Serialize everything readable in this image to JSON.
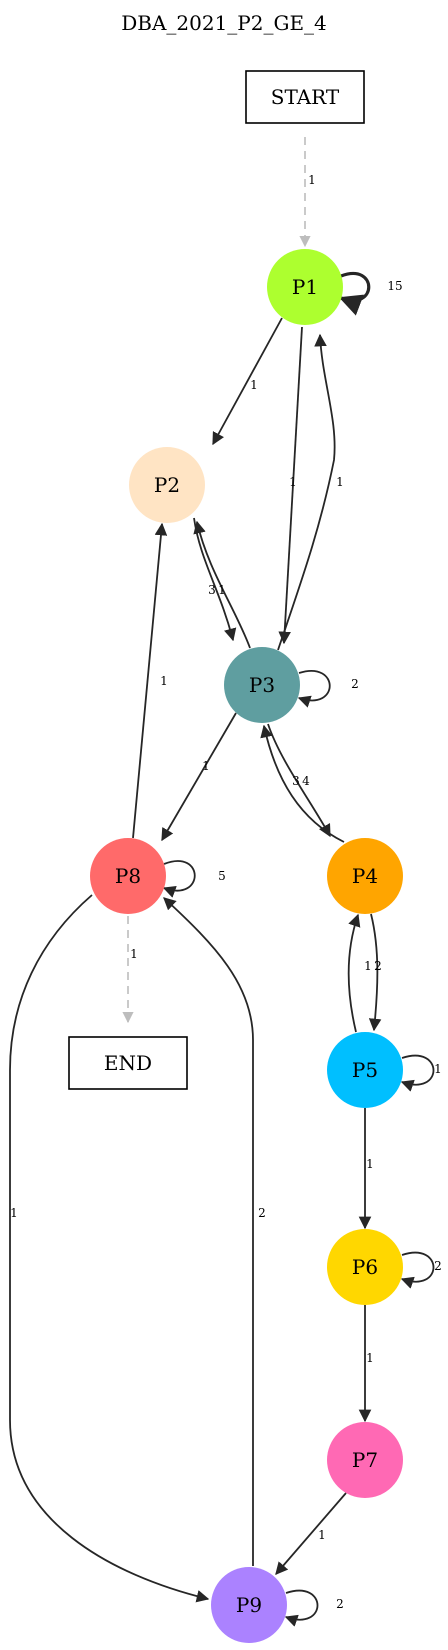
{
  "title": "DBA_2021_P2_GE_4",
  "nodes": [
    {
      "id": "START",
      "label": "START",
      "shape": "box"
    },
    {
      "id": "P1",
      "label": "P1",
      "shape": "circle",
      "color": "#adff2f"
    },
    {
      "id": "P2",
      "label": "P2",
      "shape": "circle",
      "color": "#ffe4c4"
    },
    {
      "id": "P3",
      "label": "P3",
      "shape": "circle",
      "color": "#5f9ea0"
    },
    {
      "id": "P4",
      "label": "P4",
      "shape": "circle",
      "color": "#ffa500"
    },
    {
      "id": "P5",
      "label": "P5",
      "shape": "circle",
      "color": "#00bfff"
    },
    {
      "id": "P6",
      "label": "P6",
      "shape": "circle",
      "color": "#ffd700"
    },
    {
      "id": "P7",
      "label": "P7",
      "shape": "circle",
      "color": "#ff69b4"
    },
    {
      "id": "P8",
      "label": "P8",
      "shape": "circle",
      "color": "#ff6a6a"
    },
    {
      "id": "P9",
      "label": "P9",
      "shape": "circle",
      "color": "#ab82ff"
    },
    {
      "id": "END",
      "label": "END",
      "shape": "box"
    }
  ],
  "edges": [
    {
      "id": "START-P1",
      "from": "START",
      "to": "P1",
      "label": "1",
      "style": "dashed"
    },
    {
      "id": "P1-P1",
      "from": "P1",
      "to": "P1",
      "label": "15"
    },
    {
      "id": "P1-P2",
      "from": "P1",
      "to": "P2",
      "label": "1"
    },
    {
      "id": "P1-P3",
      "from": "P1",
      "to": "P3",
      "label": "1"
    },
    {
      "id": "P3-P1",
      "from": "P3",
      "to": "P1",
      "label": "1"
    },
    {
      "id": "P2-P3",
      "from": "P2",
      "to": "P3",
      "label": "3"
    },
    {
      "id": "P3-P2",
      "from": "P3",
      "to": "P2",
      "label": "1"
    },
    {
      "id": "P3-P3",
      "from": "P3",
      "to": "P3",
      "label": "2"
    },
    {
      "id": "P3-P8",
      "from": "P3",
      "to": "P8",
      "label": "1"
    },
    {
      "id": "P3-P4",
      "from": "P3",
      "to": "P4",
      "label": "4"
    },
    {
      "id": "P4-P3",
      "from": "P4",
      "to": "P3",
      "label": "3"
    },
    {
      "id": "P8-P2",
      "from": "P8",
      "to": "P2",
      "label": "1"
    },
    {
      "id": "P8-P8",
      "from": "P8",
      "to": "P8",
      "label": "5"
    },
    {
      "id": "P8-END",
      "from": "P8",
      "to": "END",
      "label": "1",
      "style": "dashed"
    },
    {
      "id": "P8-P9",
      "from": "P8",
      "to": "P9",
      "label": "1"
    },
    {
      "id": "P9-P8",
      "from": "P9",
      "to": "P8",
      "label": "2"
    },
    {
      "id": "P4-P5",
      "from": "P4",
      "to": "P5",
      "label": "2"
    },
    {
      "id": "P5-P4",
      "from": "P5",
      "to": "P4",
      "label": "1"
    },
    {
      "id": "P5-P5",
      "from": "P5",
      "to": "P5",
      "label": "1"
    },
    {
      "id": "P5-P6",
      "from": "P5",
      "to": "P6",
      "label": "1"
    },
    {
      "id": "P6-P6",
      "from": "P6",
      "to": "P6",
      "label": "2"
    },
    {
      "id": "P6-P7",
      "from": "P6",
      "to": "P7",
      "label": "1"
    },
    {
      "id": "P7-P9",
      "from": "P7",
      "to": "P9",
      "label": "1"
    },
    {
      "id": "P9-P9",
      "from": "P9",
      "to": "P9",
      "label": "2"
    }
  ]
}
